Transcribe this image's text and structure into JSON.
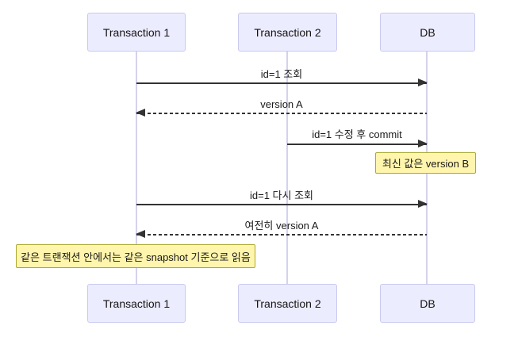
{
  "diagram": {
    "type": "sequence-diagram",
    "topic": "database transaction snapshot isolation",
    "actors": [
      {
        "id": "t1",
        "label": "Transaction 1"
      },
      {
        "id": "t2",
        "label": "Transaction 2"
      },
      {
        "id": "db",
        "label": "DB"
      }
    ],
    "messages": [
      {
        "from": "Transaction 1",
        "to": "DB",
        "label": "id=1 조회",
        "style": "solid"
      },
      {
        "from": "DB",
        "to": "Transaction 1",
        "label": "version A",
        "style": "dashed"
      },
      {
        "from": "Transaction 2",
        "to": "DB",
        "label": "id=1 수정 후 commit",
        "style": "solid"
      },
      {
        "from": "Transaction 1",
        "to": "DB",
        "label": "id=1 다시 조회",
        "style": "solid"
      },
      {
        "from": "DB",
        "to": "Transaction 1",
        "label": "여전히 version A",
        "style": "dashed"
      }
    ],
    "notes": [
      {
        "over": "DB",
        "label": "최신 값은 version B"
      },
      {
        "over": "Transaction 1",
        "label": "같은 트랜잭션 안에서는 같은 snapshot 기준으로 읽음"
      }
    ],
    "colors": {
      "actor_fill": "#ECECFF",
      "actor_border": "#C9C9F0",
      "lifeline": "#D5D2EC",
      "message_line": "#333333",
      "note_fill": "#FFF5AD",
      "note_border": "#AAAA33",
      "background": "#FFFFFF"
    }
  }
}
